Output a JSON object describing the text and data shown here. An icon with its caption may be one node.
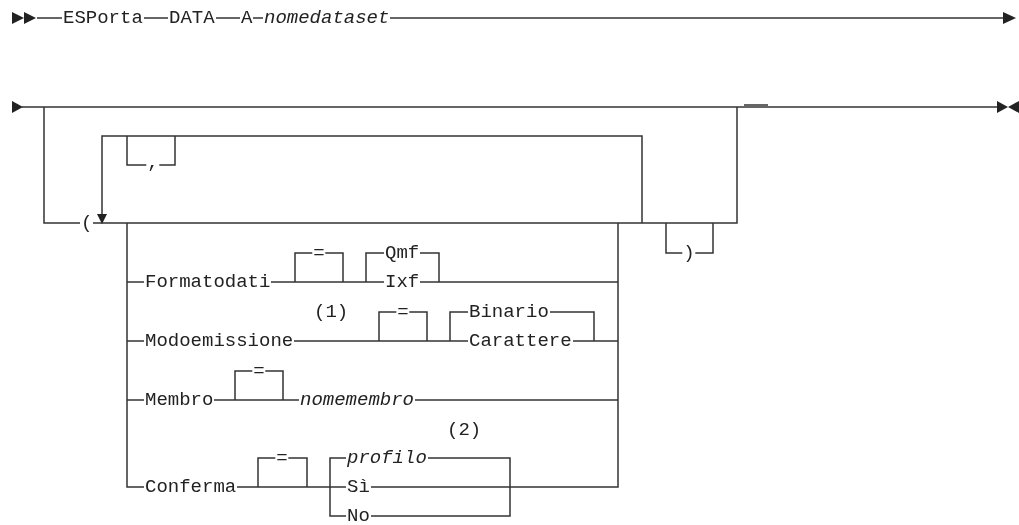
{
  "diagram": {
    "labels": [
      "ESPorta",
      "DATA",
      "A",
      "nomedataset",
      ",",
      "(",
      "=",
      "Qmf",
      ")",
      "Formatodati",
      "Ixf",
      "(1)",
      "=",
      "Binario",
      "Modoemissione",
      "Carattere",
      "=",
      "Membro",
      "nomemembro",
      "(2)",
      "=",
      "profilo",
      "Conferma",
      "Sì",
      "No"
    ]
  }
}
